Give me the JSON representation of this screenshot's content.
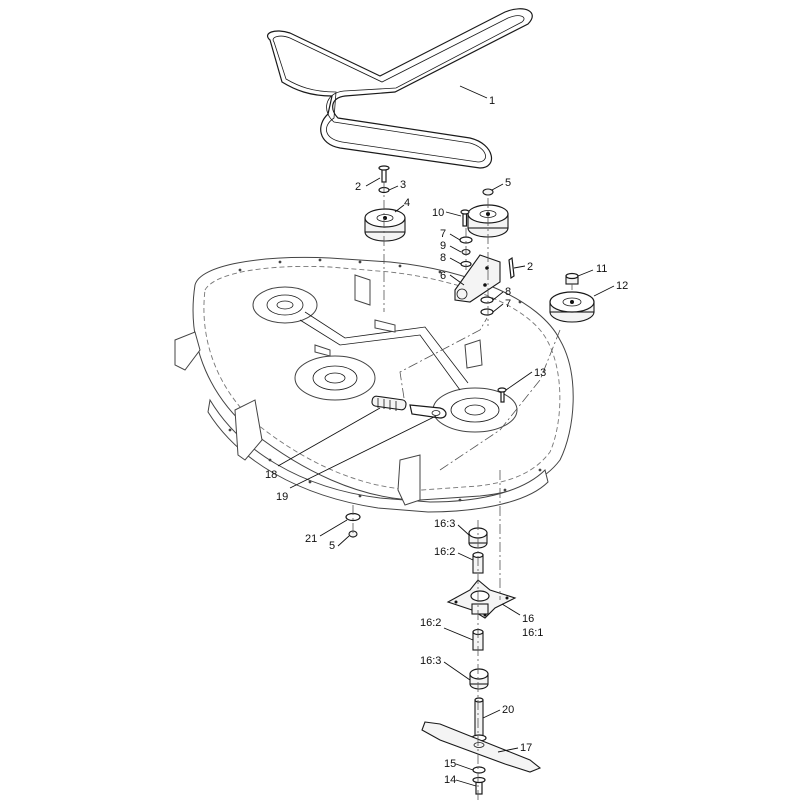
{
  "callouts": {
    "c1": "1",
    "c2a": "2",
    "c2b": "2",
    "c3": "3",
    "c4": "4",
    "c5a": "5",
    "c5b": "5",
    "c6": "6",
    "c7a": "7",
    "c7b": "7",
    "c8a": "8",
    "c8b": "8",
    "c9": "9",
    "c10": "10",
    "c11": "11",
    "c12": "12",
    "c13": "13",
    "c14": "14",
    "c15": "15",
    "c16": "16",
    "c16_1": "16:1",
    "c16_2a": "16:2",
    "c16_2b": "16:2",
    "c16_3a": "16:3",
    "c16_3b": "16:3",
    "c17": "17",
    "c18": "18",
    "c19": "19",
    "c20": "20",
    "c21": "21"
  }
}
